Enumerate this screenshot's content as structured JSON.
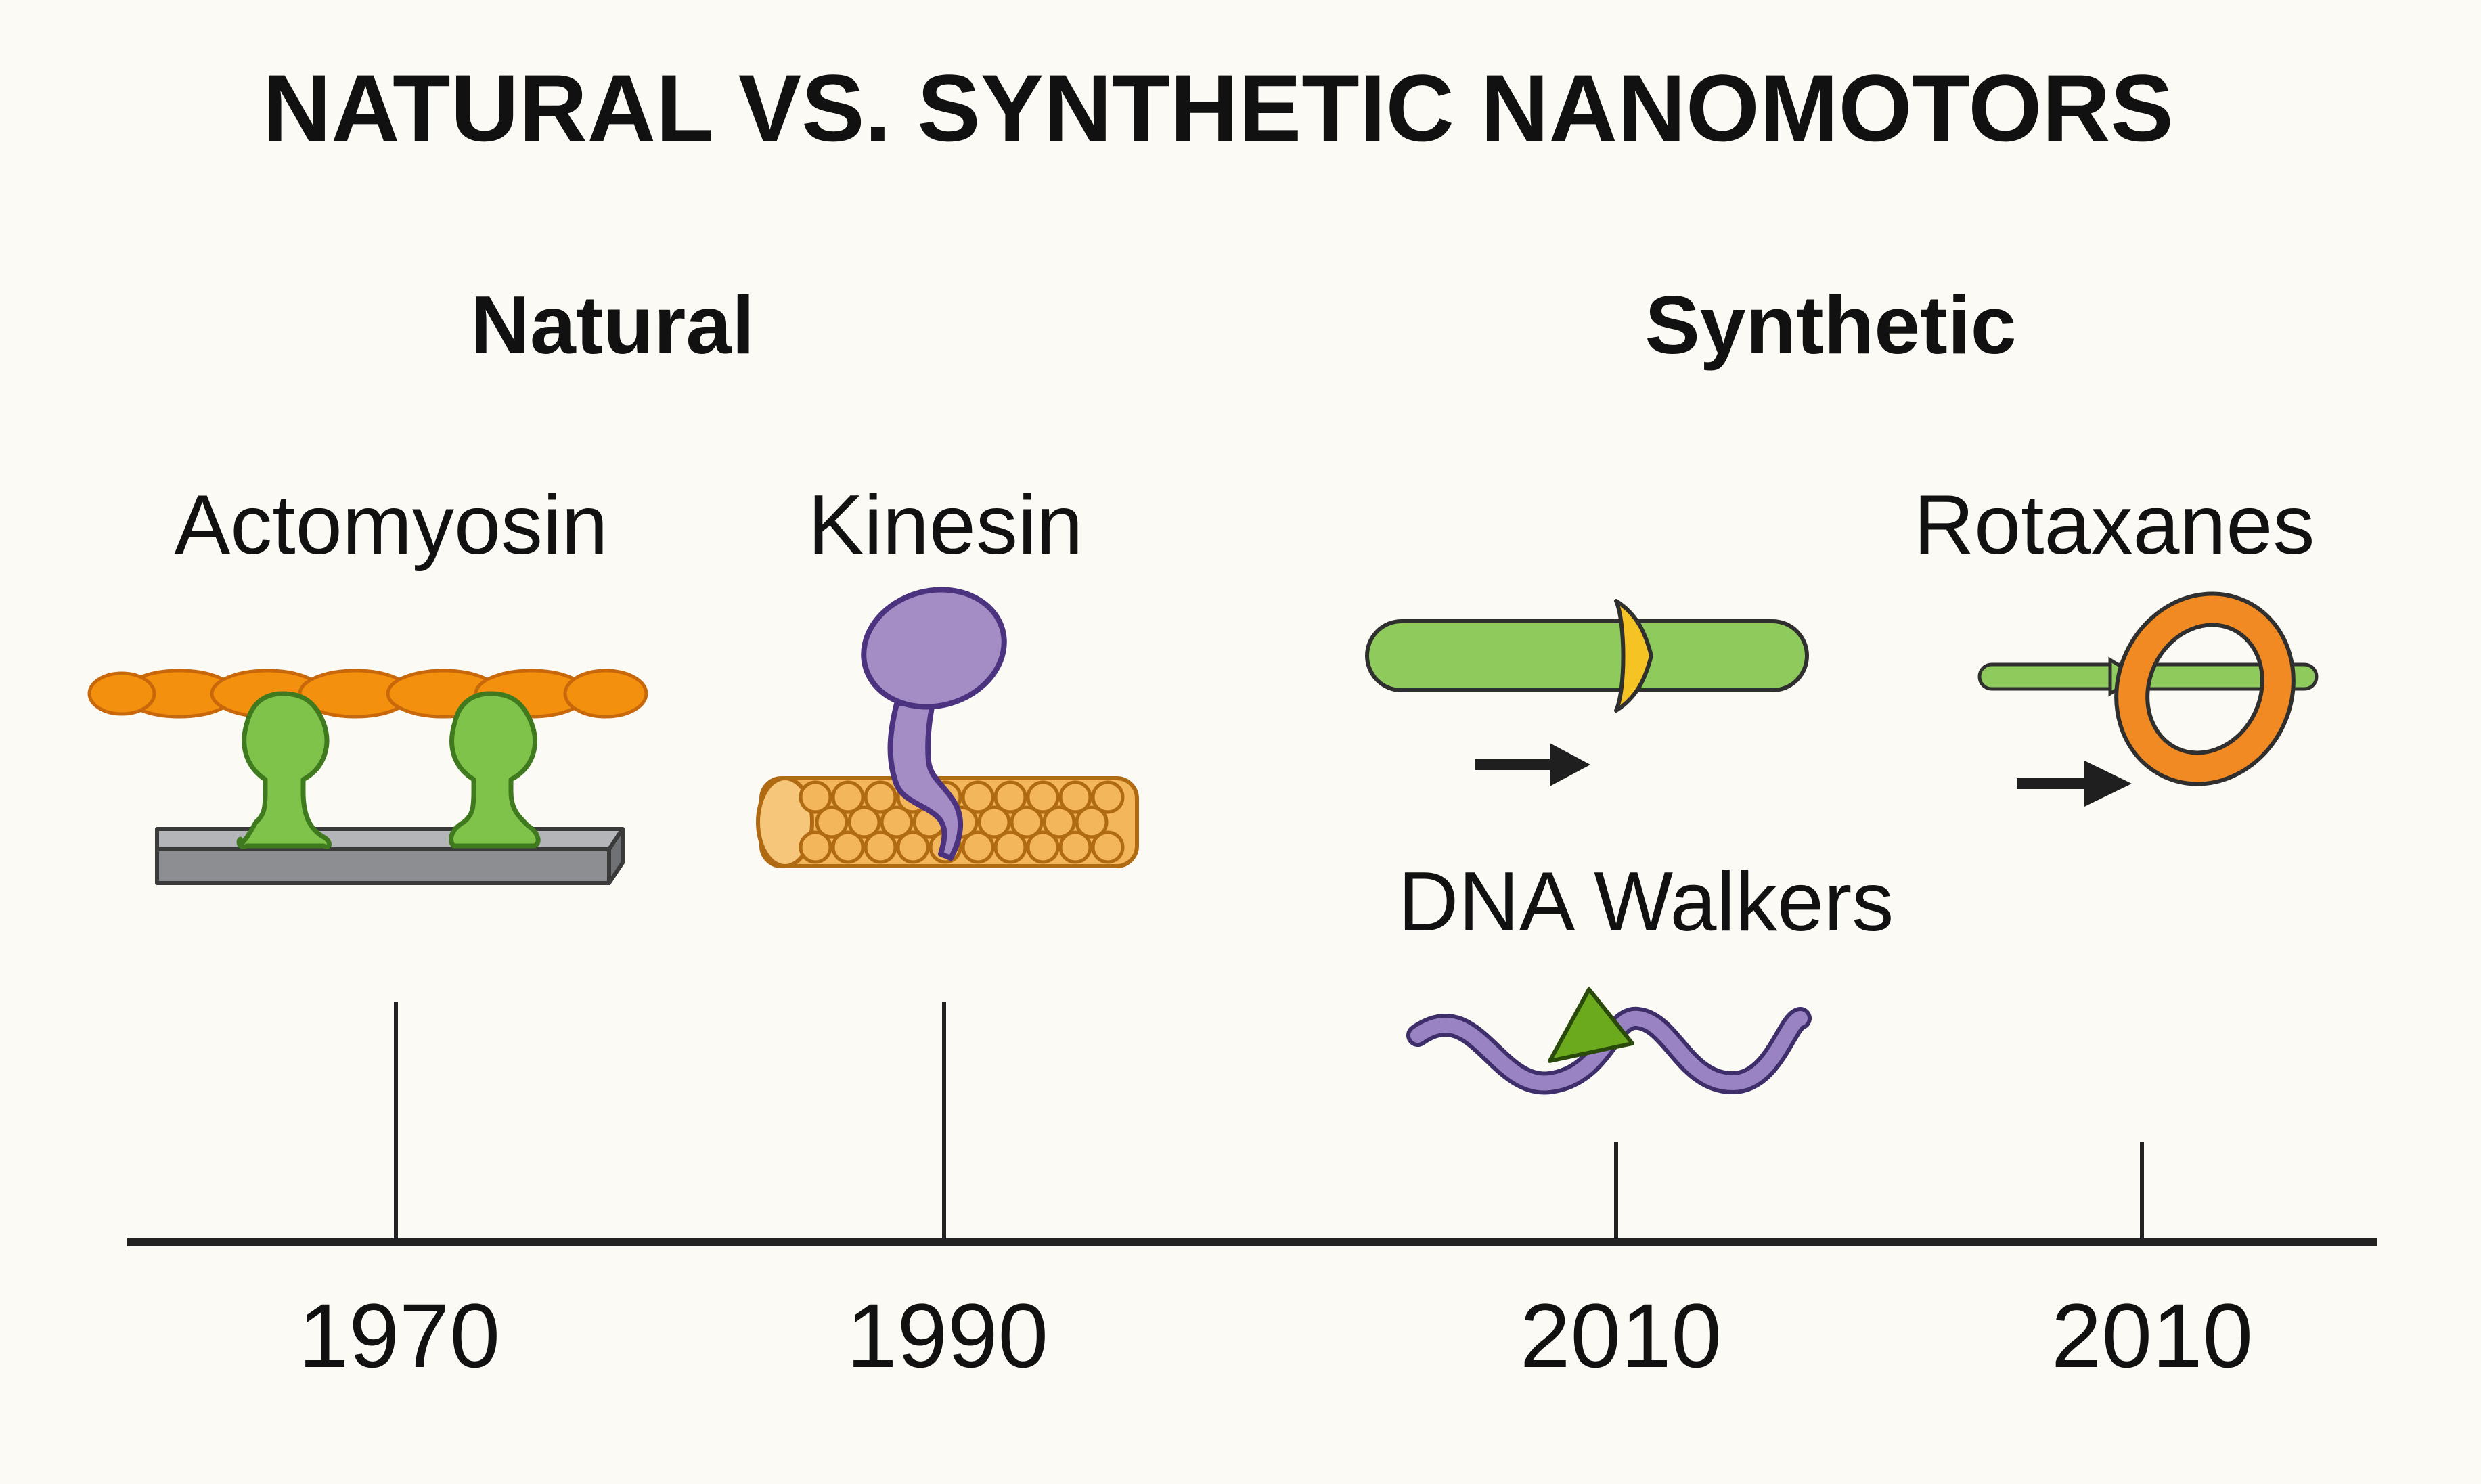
{
  "diagram": {
    "title": "NATURAL VS. SYNTHETIC NANOMOTORS",
    "groups": {
      "natural": "Natural",
      "synthetic": "Synthetic"
    },
    "motors": [
      {
        "label": "Actomyosin",
        "year": "1970",
        "icon": "actomyosin-icon"
      },
      {
        "label": "Kinesin",
        "year": "1990",
        "icon": "kinesin-microtubule-icon"
      },
      {
        "label": "DNA Walkers",
        "year": "2010",
        "icon": "dna-walker-icon"
      },
      {
        "label": "Rotaxanes",
        "year": "2010",
        "icon": "rotaxane-icon"
      }
    ],
    "extra_icons": [
      "molecular-shuttle-icon",
      "direction-arrow-icon"
    ],
    "colors": {
      "background": "#fcfaf4",
      "actin": "#f3900e",
      "myosin": "#7fc34b",
      "track": "#8c8e92",
      "kinesin": "#a48cc4",
      "microtubule": "#f3b65a",
      "rod": "#8fcb5c",
      "clamp": "#f6c324",
      "dna": "#9a83c2",
      "walker": "#6caa1d",
      "ring": "#f18a22",
      "axis": "#222222"
    }
  }
}
